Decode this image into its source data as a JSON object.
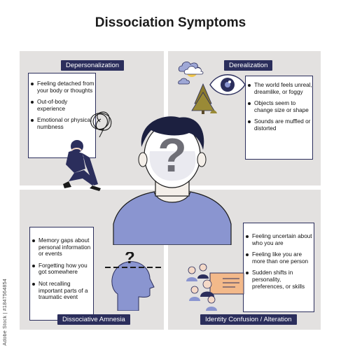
{
  "title": "Dissociation Symptoms",
  "sections": {
    "depersonalization": {
      "label": "Depersonalization",
      "items": [
        "Feeling detached from your body or thoughts",
        "Out-of-body experience",
        "Emotional or physical numbness"
      ]
    },
    "derealization": {
      "label": "Derealization",
      "items": [
        "The world feels unreal, dreamlike, or foggy",
        "Objects seem to change size or shape",
        "Sounds are muffled or distorted"
      ]
    },
    "amnesia": {
      "label": "Dissociative Amnesia",
      "items": [
        "Memory gaps about personal information or events",
        "Forgetting how you got somewhere",
        "Not recalling important parts of a traumatic event"
      ]
    },
    "identity": {
      "label": "Identity Confusion / Alteration",
      "items": [
        "Feeling uncertain about who you are",
        "Feeling like you are more than one person",
        "Sudden shifts in personality, preferences, or skills"
      ]
    }
  },
  "center_glyph": "?",
  "watermark": "Adobe Stock | #1847564854",
  "colors": {
    "navy": "#2b2e5c",
    "panel": "#e3e1e0",
    "shirt": "#8a95d0",
    "accent_orange": "#e9a36b"
  }
}
